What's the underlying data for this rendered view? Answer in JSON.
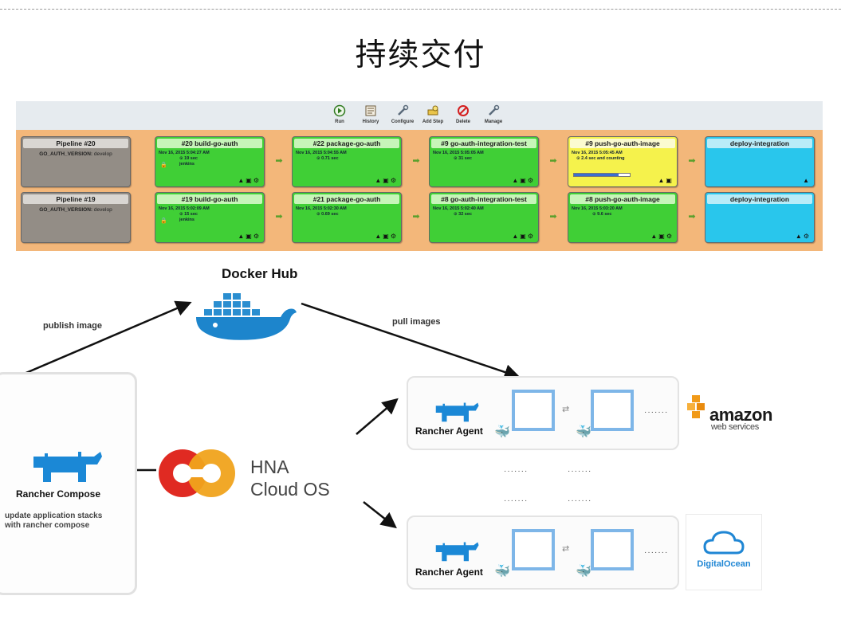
{
  "slide": {
    "title": "持续交付"
  },
  "toolbar": {
    "items": [
      {
        "label": "Run",
        "icon": "run-icon"
      },
      {
        "label": "History",
        "icon": "history-icon"
      },
      {
        "label": "Configure",
        "icon": "configure-icon"
      },
      {
        "label": "Add Step",
        "icon": "add-step-icon"
      },
      {
        "label": "Delete",
        "icon": "delete-icon"
      },
      {
        "label": "Manage",
        "icon": "manage-icon"
      }
    ]
  },
  "pipelines": [
    {
      "title": "Pipeline #20",
      "param_name": "GO_AUTH_VERSION:",
      "param_value": "develop",
      "stages": [
        {
          "title": "#20 build-go-auth",
          "status": "success",
          "timestamp": "Nov 16, 2015 5:04:27 AM",
          "duration": "19 sec",
          "user": "jenkins"
        },
        {
          "title": "#22 package-go-auth",
          "status": "success",
          "timestamp": "Nov 16, 2015 5:04:55 AM",
          "duration": "0.71 sec"
        },
        {
          "title": "#9 go-auth-integration-test",
          "status": "success",
          "timestamp": "Nov 16, 2015 5:05:05 AM",
          "duration": "31 sec"
        },
        {
          "title": "#9 push-go-auth-image",
          "status": "running",
          "timestamp": "Nov 16, 2015 5:05:45 AM",
          "duration": "2.4 sec and counting",
          "progress": 0.8
        },
        {
          "title": "deploy-integration",
          "status": "pending"
        }
      ]
    },
    {
      "title": "Pipeline #19",
      "param_name": "GO_AUTH_VERSION:",
      "param_value": "develop",
      "stages": [
        {
          "title": "#19 build-go-auth",
          "status": "success",
          "timestamp": "Nov 16, 2015 5:02:09 AM",
          "duration": "15 sec",
          "user": "jenkins"
        },
        {
          "title": "#21 package-go-auth",
          "status": "success",
          "timestamp": "Nov 16, 2015 5:02:30 AM",
          "duration": "0.69 sec"
        },
        {
          "title": "#8 go-auth-integration-test",
          "status": "success",
          "timestamp": "Nov 16, 2015 5:02:40 AM",
          "duration": "32 sec"
        },
        {
          "title": "#8 push-go-auth-image",
          "status": "success",
          "timestamp": "Nov 16, 2015 5:03:20 AM",
          "duration": "9.6 sec"
        },
        {
          "title": "deploy-integration",
          "status": "pending"
        }
      ]
    }
  ],
  "diagram": {
    "docker_hub": "Docker Hub",
    "publish_label": "publish image",
    "pull_label": "pull images",
    "rancher_compose": {
      "title": "Rancher Compose",
      "desc_line1": "update application stacks",
      "desc_line2": "with rancher compose"
    },
    "hna": {
      "line1": "HNA",
      "line2": "Cloud OS"
    },
    "agents": [
      {
        "label": "Rancher Agent",
        "provider": "amazon"
      },
      {
        "label": "Rancher Agent",
        "provider": "digitalocean"
      }
    ],
    "ellipsis": "·······",
    "aws": {
      "word": "amazon",
      "sub": "web services"
    },
    "digitalocean": "DigitalOcean"
  },
  "colors": {
    "success": "#40cf36",
    "running": "#f5f24c",
    "pending": "#29c6ec",
    "pipeline": "#938d86",
    "panel_bg": "#f3b77a",
    "rancher_blue": "#1b88d6",
    "hna_red": "#e02a22",
    "host_border": "#7eb6e8"
  }
}
